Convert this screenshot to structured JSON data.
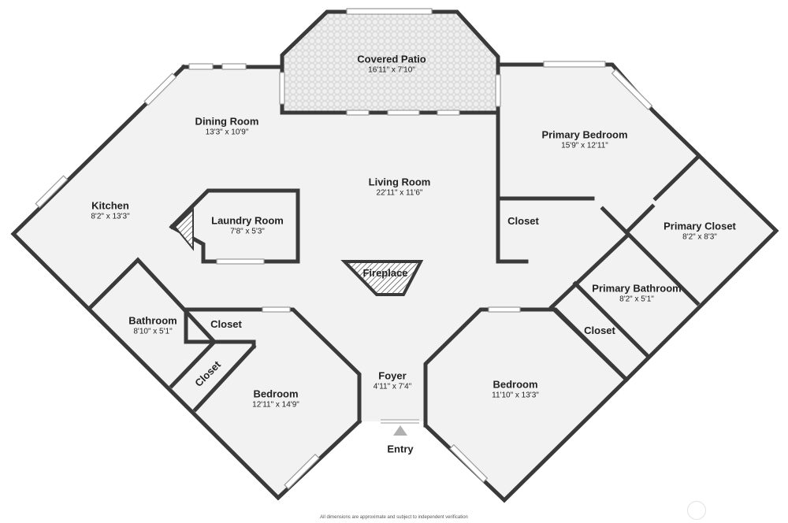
{
  "rooms": {
    "covered_patio": {
      "name": "Covered Patio",
      "dim": "16'11\" x 7'10\""
    },
    "dining_room": {
      "name": "Dining Room",
      "dim": "13'3\" x 10'9\""
    },
    "primary_bedroom": {
      "name": "Primary Bedroom",
      "dim": "15'9\" x 12'11\""
    },
    "living_room": {
      "name": "Living Room",
      "dim": "22'11\" x 11'6\""
    },
    "kitchen": {
      "name": "Kitchen",
      "dim": "8'2\" x 13'3\""
    },
    "laundry_room": {
      "name": "Laundry Room",
      "dim": "7'8\" x 5'3\""
    },
    "closet_mid": {
      "name": "Closet"
    },
    "primary_closet": {
      "name": "Primary Closet",
      "dim": "8'2\" x 8'3\""
    },
    "fireplace": {
      "name": "Fireplace"
    },
    "primary_bathroom": {
      "name": "Primary Bathroom",
      "dim": "8'2\" x 5'1\""
    },
    "bathroom": {
      "name": "Bathroom",
      "dim": "8'10\" x 5'1\""
    },
    "closet_bath": {
      "name": "Closet"
    },
    "closet_right": {
      "name": "Closet"
    },
    "foyer": {
      "name": "Foyer",
      "dim": "4'11\" x 7'4\""
    },
    "bedroom_right": {
      "name": "Bedroom",
      "dim": "11'10\" x 13'3\""
    },
    "closet_diag": {
      "name": "Closet"
    },
    "bedroom_left": {
      "name": "Bedroom",
      "dim": "12'11\" x 14'9\""
    }
  },
  "entry_label": "Entry",
  "disclaimer": "All dimensions are approximate and subject to independent verification",
  "colors": {
    "floor": "#f2f2f2",
    "wall": "#3a3a3a",
    "patio": "#ececec",
    "marker": "#b0b0b0"
  }
}
